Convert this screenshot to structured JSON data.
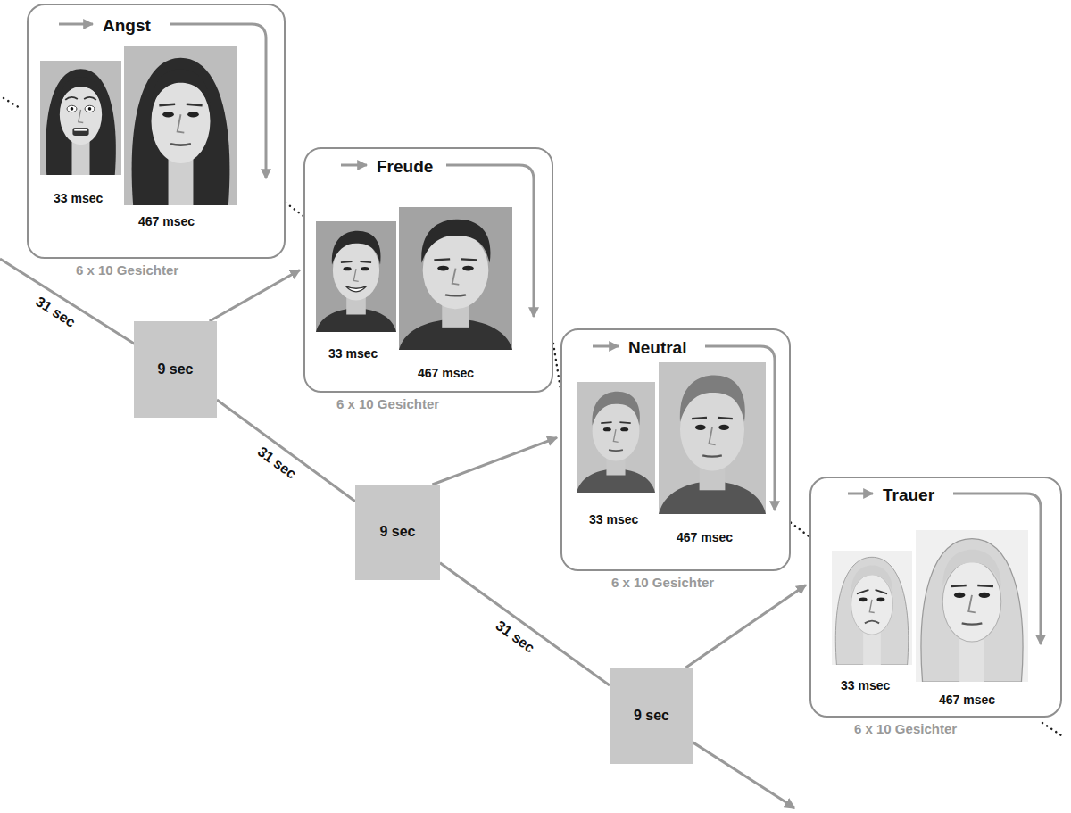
{
  "diagram": {
    "nodes": [
      {
        "text": [
          "Angst",
          "33 msec",
          "467 msec",
          "6 x 10 Gesichter"
        ]
      },
      {
        "text": [
          "9 sec"
        ]
      },
      {
        "text": [
          "Freude",
          "33 msec",
          "467 msec",
          "6 x 10 Gesichter"
        ]
      },
      {
        "text": [
          "9 sec"
        ]
      },
      {
        "text": [
          "Neutral",
          "33 msec",
          "467 msec",
          "6 x 10 Gesichter"
        ]
      },
      {
        "text": [
          "9 sec"
        ]
      },
      {
        "text": [
          "Trauer",
          "33 msec",
          "467 msec",
          "6 x 10 Gesichter"
        ]
      }
    ],
    "edges": [
      {
        "from": 0,
        "to": 2,
        "arrow": "none"
      },
      {
        "from": 2,
        "to": 4,
        "arrow": "none"
      },
      {
        "from": 4,
        "to": 6,
        "arrow": "none"
      },
      {
        "from": 1,
        "to": 2,
        "arrow": "to"
      },
      {
        "from": 3,
        "to": 4,
        "arrow": "to"
      },
      {
        "from": 5,
        "to": 6,
        "arrow": "to"
      },
      {
        "from": 1,
        "to": 3,
        "label": "31 sec",
        "arrow": "none"
      },
      {
        "from": 3,
        "to": 5,
        "label": "31 sec",
        "arrow": "none"
      }
    ],
    "labels": [
      "31 sec"
    ]
  }
}
